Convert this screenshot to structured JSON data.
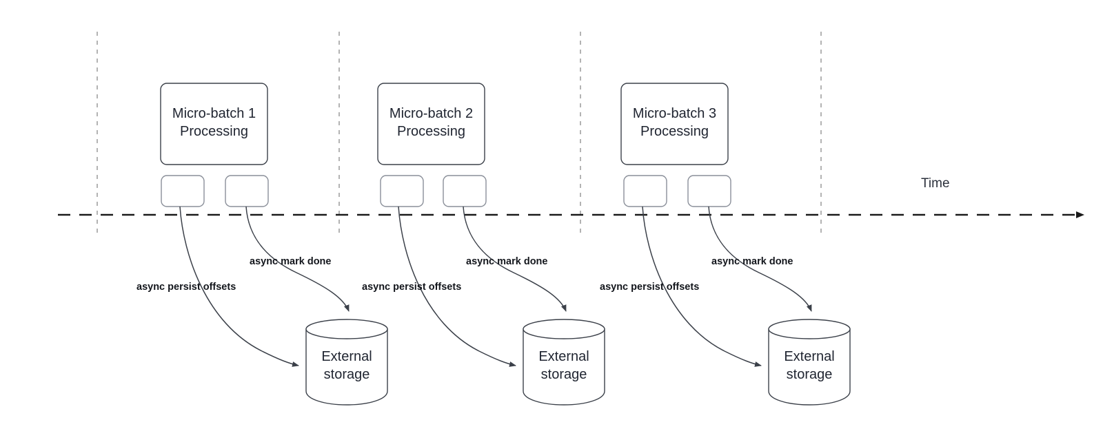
{
  "diagram": {
    "title_text_present": false,
    "background_color": "#ffffff",
    "stroke_color": "#3b4049",
    "dashed_divider_color": "#b3b3b3",
    "timeline_color": "#1a1a1a",
    "text_color": "#1f2430"
  },
  "axis": {
    "time_label": "Time"
  },
  "batches": [
    {
      "id": "micro-batch-1",
      "box_label": "Micro-batch 1\nProcessing",
      "task_boxes": [
        "",
        ""
      ],
      "edges": [
        {
          "name": "async-persist-offsets",
          "label": "async persist offsets"
        },
        {
          "name": "async-mark-done",
          "label": "async mark done"
        }
      ],
      "storage": {
        "name": "external-storage-1",
        "label": "External\nstorage"
      }
    },
    {
      "id": "micro-batch-2",
      "box_label": "Micro-batch 2\nProcessing",
      "task_boxes": [
        "",
        ""
      ],
      "edges": [
        {
          "name": "async-persist-offsets",
          "label": "async persist offsets"
        },
        {
          "name": "async-mark-done",
          "label": "async mark done"
        }
      ],
      "storage": {
        "name": "external-storage-2",
        "label": "External\nstorage"
      }
    },
    {
      "id": "micro-batch-3",
      "box_label": "Micro-batch 3\nProcessing",
      "task_boxes": [
        "",
        ""
      ],
      "edges": [
        {
          "name": "async-persist-offsets",
          "label": "async persist offsets"
        },
        {
          "name": "async-mark-done",
          "label": "async mark done"
        }
      ],
      "storage": {
        "name": "external-storage-3",
        "label": "External\nstorage"
      }
    }
  ]
}
